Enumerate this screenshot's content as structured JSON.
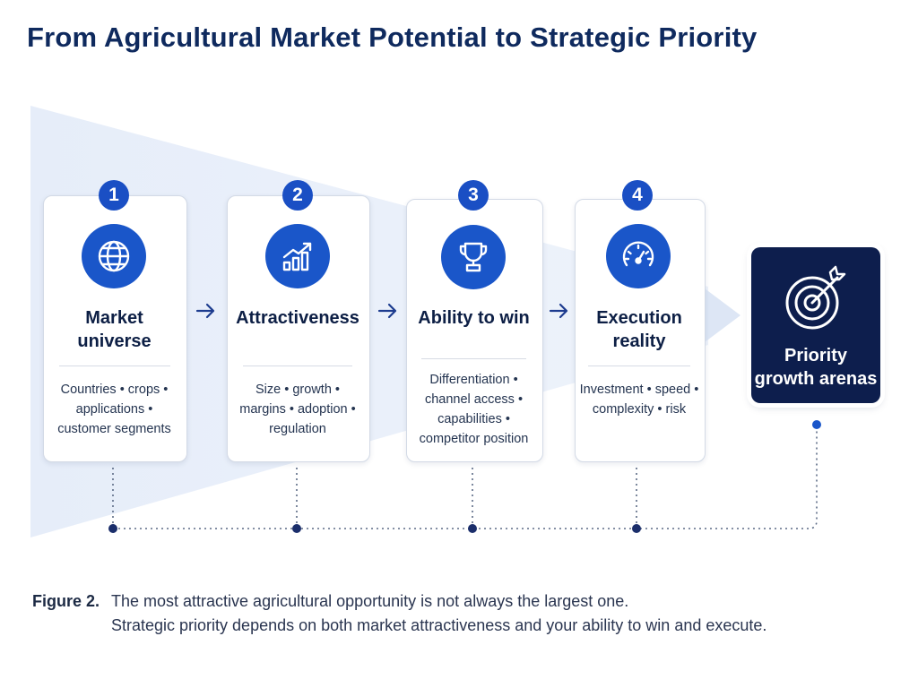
{
  "title": "From Agricultural Market Potential to Strategic Priority",
  "steps": [
    {
      "number": "1",
      "title_line1": "Market",
      "title_line2": "universe",
      "desc_line1": "Countries • crops •",
      "desc_line2": "applications •",
      "desc_line3": "customer segments",
      "desc_line4": "",
      "icon": "globe-icon"
    },
    {
      "number": "2",
      "title_line1": "Attractiveness",
      "title_line2": "",
      "desc_line1": "Size • growth •",
      "desc_line2": "margins • adoption •",
      "desc_line3": "regulation",
      "desc_line4": "",
      "icon": "growth-chart-icon"
    },
    {
      "number": "3",
      "title_line1": "Ability to win",
      "title_line2": "",
      "desc_line1": "Differentiation •",
      "desc_line2": "channel access •",
      "desc_line3": "capabilities •",
      "desc_line4": "competitor position",
      "icon": "trophy-icon"
    },
    {
      "number": "4",
      "title_line1": "Execution",
      "title_line2": "reality",
      "desc_line1": "Investment • speed •",
      "desc_line2": "complexity • risk",
      "desc_line3": "",
      "desc_line4": "",
      "icon": "gauge-icon"
    }
  ],
  "outcome": {
    "line1": "Priority",
    "line2": "growth arenas",
    "icon": "target-icon"
  },
  "caption": {
    "label": "Figure 2.",
    "line1": "The most attractive agricultural opportunity is not always the largest one.",
    "line2": "Strategic priority depends on both market attractiveness and your ability to win and execute."
  },
  "colors": {
    "accent": "#1a56c9",
    "navy": "#0d1e4d",
    "funnel": "#e9effa"
  }
}
